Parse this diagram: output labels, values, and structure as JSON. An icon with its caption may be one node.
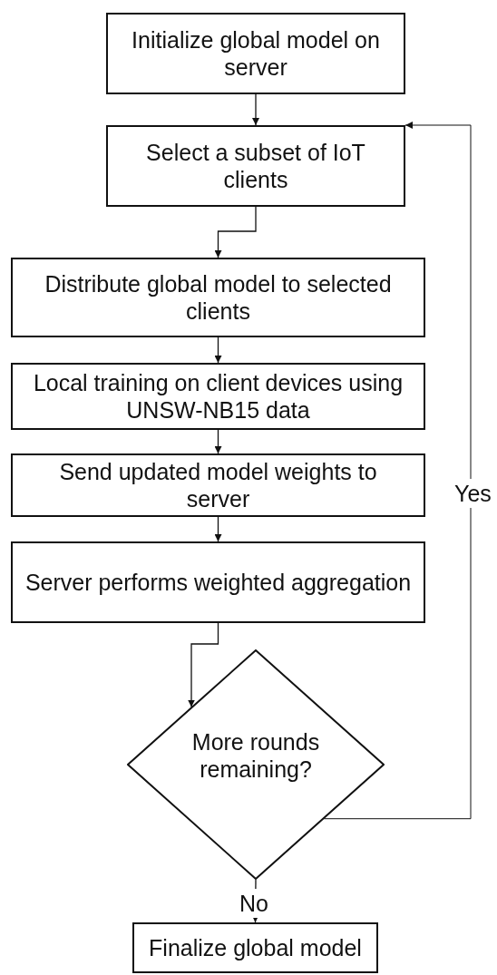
{
  "diagram": {
    "nodes": [
      {
        "text": [
          "Initialize global model on server"
        ]
      },
      {
        "text": [
          "Select a subset of IoT clients"
        ]
      },
      {
        "text": [
          "Distribute global model to selected clients"
        ]
      },
      {
        "text": [
          "Local training on client devices using UNSW-NB15 data"
        ]
      },
      {
        "text": [
          "Send updated model weights to server"
        ]
      },
      {
        "text": [
          "Server performs weighted aggregation"
        ]
      },
      {
        "text": [
          "More rounds remaining?"
        ]
      },
      {
        "text": [
          "Finalize global model"
        ]
      }
    ],
    "edges": [
      {
        "from": 0,
        "to": 1,
        "arrow": "to"
      },
      {
        "from": 1,
        "to": 2,
        "arrow": "to"
      },
      {
        "from": 2,
        "to": 3,
        "arrow": "to"
      },
      {
        "from": 3,
        "to": 4,
        "arrow": "to"
      },
      {
        "from": 4,
        "to": 5,
        "arrow": "to"
      },
      {
        "from": 5,
        "to": 6,
        "arrow": "to"
      },
      {
        "from": 6,
        "to": 1,
        "arrow": "to",
        "label": "Yes"
      },
      {
        "from": 6,
        "to": 7,
        "arrow": "to",
        "label": "No"
      }
    ]
  }
}
